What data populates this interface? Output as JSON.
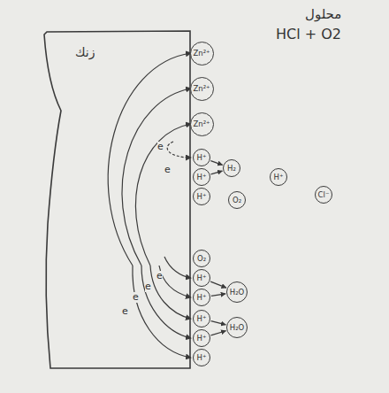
{
  "diagram": {
    "nodes": [
      {
        "text": [
          "زنك"
        ]
      },
      {
        "text": [
          "Zn²⁺"
        ]
      },
      {
        "text": [
          "Zn²⁺"
        ]
      },
      {
        "text": [
          "Zn²⁺"
        ]
      },
      {
        "text": [
          "H⁺"
        ]
      },
      {
        "text": [
          "H⁺"
        ]
      },
      {
        "text": [
          "H₂"
        ]
      },
      {
        "text": [
          "H⁺"
        ]
      },
      {
        "text": [
          "O₂"
        ]
      },
      {
        "text": [
          "H⁺"
        ]
      },
      {
        "text": [
          "Cl⁻"
        ]
      },
      {
        "text": [
          "O₂"
        ]
      },
      {
        "text": [
          "H⁺"
        ]
      },
      {
        "text": [
          "H⁺"
        ]
      },
      {
        "text": [
          "H₂O"
        ]
      },
      {
        "text": [
          "H⁺"
        ]
      },
      {
        "text": [
          "H⁺"
        ]
      },
      {
        "text": [
          "H₂O"
        ]
      },
      {
        "text": [
          "H⁺"
        ]
      }
    ],
    "edges": [
      {
        "from": 4,
        "to": 6,
        "arrow": "to"
      },
      {
        "from": 5,
        "to": 6,
        "arrow": "to"
      },
      {
        "from": 12,
        "to": 14,
        "arrow": "to"
      },
      {
        "from": 13,
        "to": 14,
        "arrow": "to"
      },
      {
        "from": 15,
        "to": 17,
        "arrow": "to"
      },
      {
        "from": 16,
        "to": 17,
        "arrow": "to"
      }
    ],
    "labels": [
      "محلول",
      "HCl + O2",
      "e",
      "e",
      "e",
      "e",
      "e",
      "e"
    ]
  }
}
